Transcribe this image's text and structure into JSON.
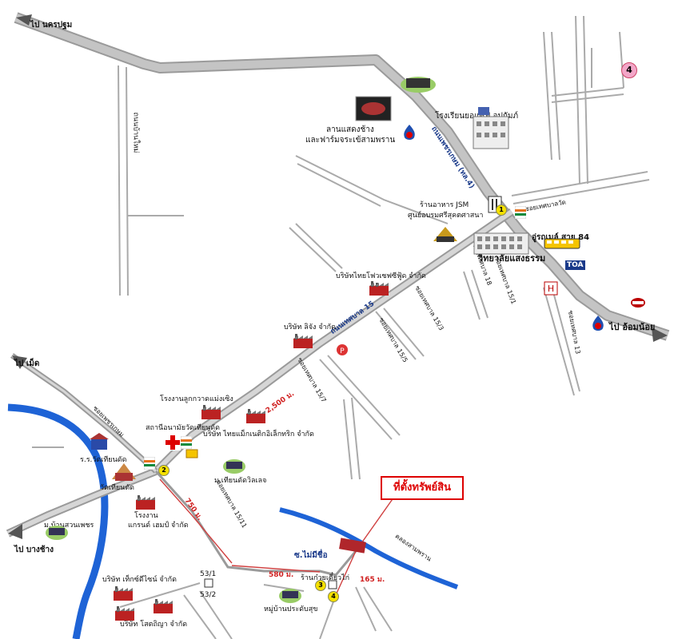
{
  "directions": {
    "nakhon_pathom": "ไป นครปฐม",
    "om_noi": "ไป อ้อมน้อย",
    "bang_len": "ไป บางช้าง",
    "sam_phran_left": "ไป เม็ด"
  },
  "roads": {
    "petchkasem": "ถนนเพชรเกษม (ทล.4)",
    "local15": "ถนนเทศบาล 15",
    "soi_tha_yai": "ถนนบ้านใหม่",
    "soi_sangdham": "ซอยเทศบาล 18",
    "soi_151": "ซอยเทศบาล 15/1",
    "soi_153": "ซอยเทศบาล 15/3",
    "soi_155": "ซอยเทศบาล 15/5",
    "soi_157": "ซอยเทศบาล 15/7",
    "soi_13": "ซอยเทศบาล 13",
    "soi_petch_left": "ซอยเพชรเกษม",
    "soi_omnoi_top": "ซอยเทศบาลวัด",
    "soi_1511": "ซอยเทศบาล 15/11",
    "soi_mai_mi_chue": "ซ.ไม่มีชื่อ",
    "khlong": "คลองสามพราน"
  },
  "distances": {
    "d2500": "2,500 ม.",
    "d750": "750 ม.",
    "d580": "580 ม.",
    "d165": "165 ม."
  },
  "places": {
    "elephant_show": "ลานแสดงช้าง",
    "crocodile_farm": "และฟาร์มจระเข้สามพราน",
    "school_top": "โรงเรียนยอแซฟ อุปถัมภ์",
    "restaurant": "ร้านอาหาร JSM",
    "training_center": "ศูนย์อบรมศรีสุคตศาสนา",
    "sangdham_college": "วิทยาลัยแสงธรรม",
    "bus84": "อู่รถเมล์ สาย 84",
    "thai_food": "บริษัทไทยโฟวเซฟซีฟู้ด จำกัด",
    "lichang": "บริษัท ลิจัง จำกัด",
    "rubber_factory": "โรงงานลูกกวาดแม่งเซิง",
    "hospital_station": "สถานีอนามัยวัดเทียนดัด",
    "thai_magnet": "บริษัท ไทยแม็กเนติกอิเล็กทริก จำกัด",
    "wat_school": "ร.ร.วัดเทียนดัด",
    "wat_tian_dat": "วัดเทียนดัด",
    "tian_dat_village": "ม.เทียนดัดวิลเลจ",
    "prasit": "โรงงาน",
    "grand_hemp": "แกรนด์ เฮมป์ จำกัด",
    "ban_suan": "ม.บ้านสวนเพชร",
    "techno_dy": "บริษัท เท็กซ์ดีไซน์ จำกัด",
    "sonthiya": "บริษัท โสตถิญา จำกัด",
    "noodle_shop": "ร้านก๋วยเตี๋ยวไก่",
    "village_pradab": "หมู่บ้านประดับสุข",
    "target": "ที่ตั้งทรัพย์สิน",
    "toa": "TOA",
    "num531": "53/1",
    "num532": "53/2"
  },
  "badges": {
    "b4_top": "4",
    "b1": "1",
    "b2": "2",
    "b3": "3",
    "b4": "4"
  },
  "colors": {
    "main_road": "#a9a9a9",
    "river": "#1e63d6",
    "route_line": "#d04040",
    "accent_red": "#d00000"
  }
}
